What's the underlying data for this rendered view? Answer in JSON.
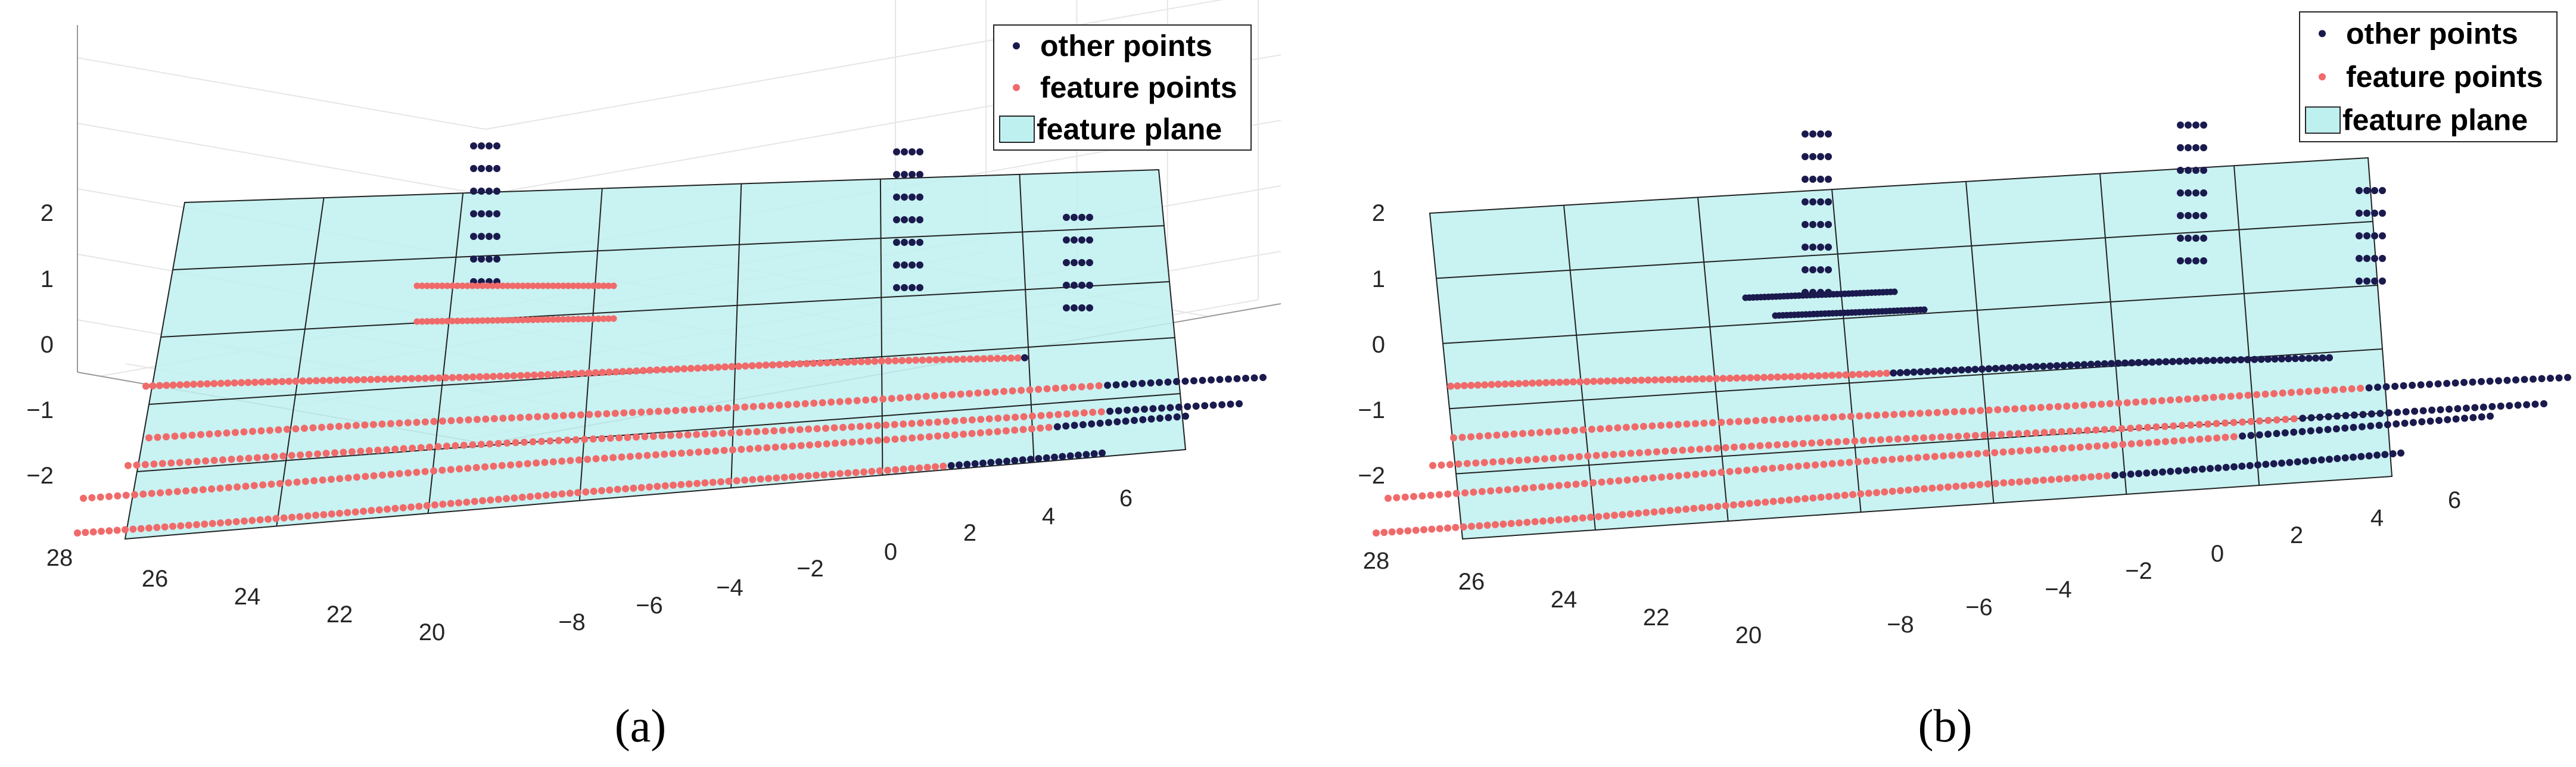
{
  "colors": {
    "other_points": "#1a1a4e",
    "feature_points": "#f06a6a",
    "feature_plane": "#bff0f0",
    "plane_edge": "#222222",
    "grid": "#e6e6e6",
    "axis": "#262626"
  },
  "captions": [
    "(a)",
    "(b)"
  ],
  "chart_data": [
    {
      "type": "scatter3d",
      "caption": "(a)",
      "legend": {
        "placement": "top-right",
        "entries": [
          {
            "label": "other points",
            "marker": "dot",
            "color": "#1a1a4e"
          },
          {
            "label": "feature points",
            "marker": "dot",
            "color": "#f06a6a"
          },
          {
            "label": "feature plane",
            "marker": "patch",
            "color": "#bff0f0"
          }
        ]
      },
      "axes": {
        "x_ticks": [
          28,
          26,
          24,
          22,
          20
        ],
        "y_ticks": [
          -8,
          -6,
          -4,
          -2,
          0,
          2,
          4,
          6
        ],
        "z_ticks": [
          2,
          1,
          0,
          -1,
          -2
        ],
        "x_range": [
          19.5,
          28.5
        ],
        "y_range": [
          -9,
          7.5
        ],
        "z_range": [
          -2.8,
          2.5
        ]
      },
      "grid": true
    },
    {
      "type": "scatter3d",
      "caption": "(b)",
      "legend": {
        "placement": "top-right",
        "entries": [
          {
            "label": "other points",
            "marker": "dot",
            "color": "#1a1a4e"
          },
          {
            "label": "feature points",
            "marker": "dot",
            "color": "#f06a6a"
          },
          {
            "label": "feature plane",
            "marker": "patch",
            "color": "#bff0f0"
          }
        ]
      },
      "axes": {
        "x_ticks": [
          28,
          26,
          24,
          22,
          20
        ],
        "y_ticks": [
          -8,
          -6,
          -4,
          -2,
          0,
          2,
          4,
          6
        ],
        "z_ticks": [
          2,
          1,
          0,
          -1,
          -2
        ],
        "x_range": [
          19.5,
          28.5
        ],
        "y_range": [
          -9,
          7.5
        ],
        "z_range": [
          -2.8,
          2.5
        ]
      },
      "grid": true
    }
  ]
}
